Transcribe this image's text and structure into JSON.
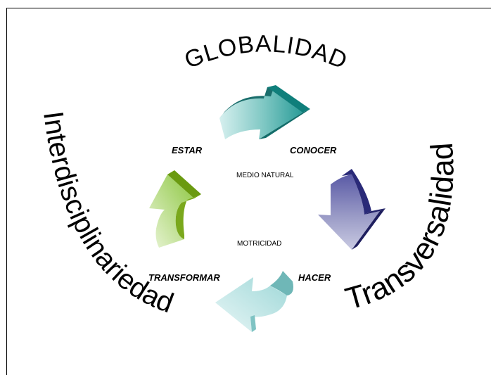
{
  "curved_words": {
    "top": "GLOBALIDAD",
    "left": "Interdisciplinariedad",
    "right": "Transversalidad"
  },
  "stages": {
    "estar": "ESTAR",
    "conocer": "CONOCER",
    "hacer": "HACER",
    "transformar": "TRANSFORMAR"
  },
  "center": {
    "top": "MEDIO NATURAL",
    "bottom": "MOTRICIDAD"
  },
  "colors": {
    "arrow_teal": "#1a8a87",
    "arrow_navy": "#2a2a78",
    "arrow_pale_cyan": "#9fd8d8",
    "arrow_green": "#7fb21a"
  }
}
